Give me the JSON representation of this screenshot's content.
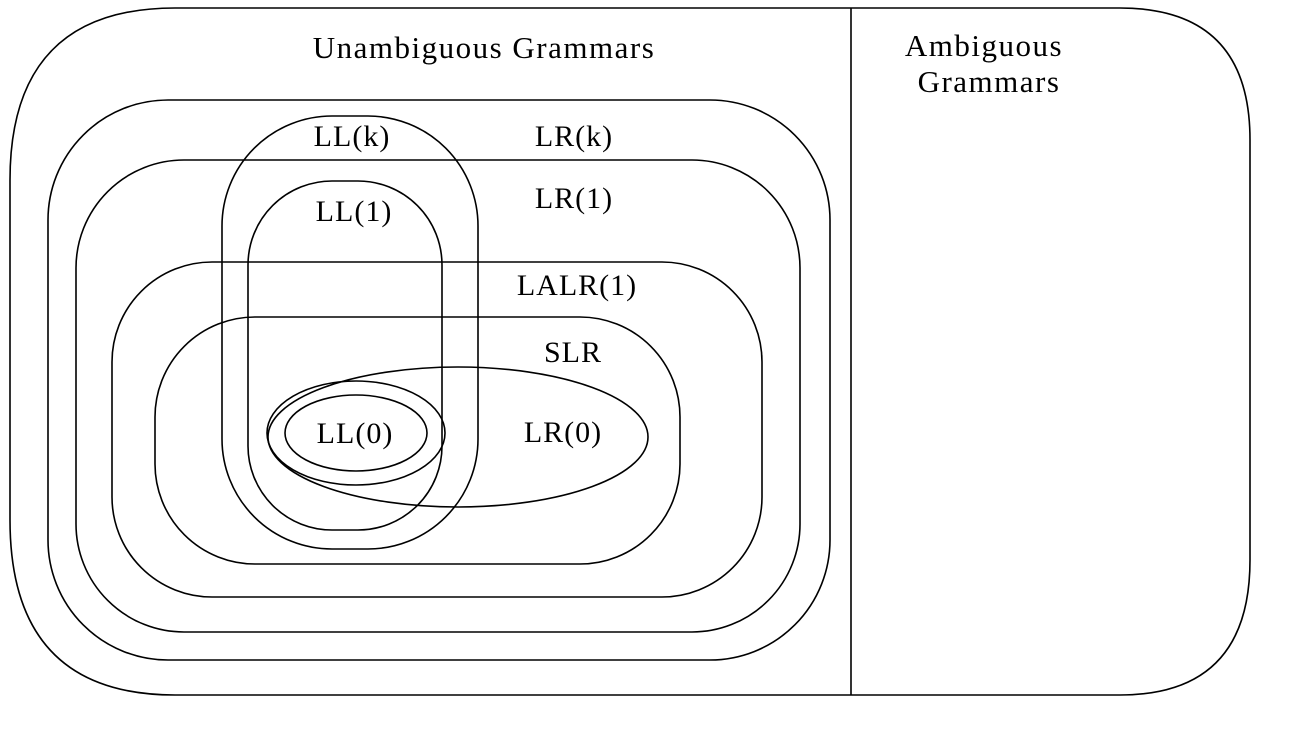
{
  "headers": {
    "unambiguous": "Unambiguous Grammars",
    "ambiguous_line1": "Ambiguous",
    "ambiguous_line2": "Grammars"
  },
  "classes": {
    "lr_k": "LR(k)",
    "lr_1": "LR(1)",
    "lalr_1": "LALR(1)",
    "slr": "SLR",
    "lr_0": "LR(0)",
    "ll_k": "LL(k)",
    "ll_1": "LL(1)",
    "ll_0": "LL(0)"
  },
  "colors": {
    "stroke": "#000000",
    "background": "#ffffff"
  }
}
